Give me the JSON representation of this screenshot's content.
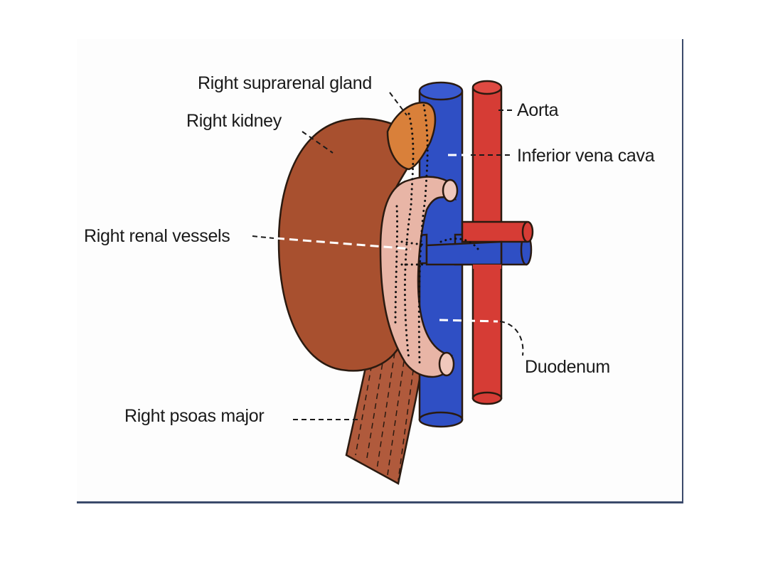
{
  "labels": {
    "suprarenal": "Right suprarenal gland",
    "kidney": "Right kidney",
    "renal_vessels": "Right renal vessels",
    "psoas": "Right psoas major",
    "aorta": "Aorta",
    "ivc": "Inferior vena cava",
    "duodenum": "Duodenum"
  },
  "colors": {
    "kidney": "#a8502f",
    "suprarenal": "#d9803a",
    "duodenum": "#e8b5a6",
    "ivc": "#2f4fc4",
    "aorta": "#d63c35",
    "psoas": "#b05a3c",
    "frame_border": "#3b4a6b"
  }
}
